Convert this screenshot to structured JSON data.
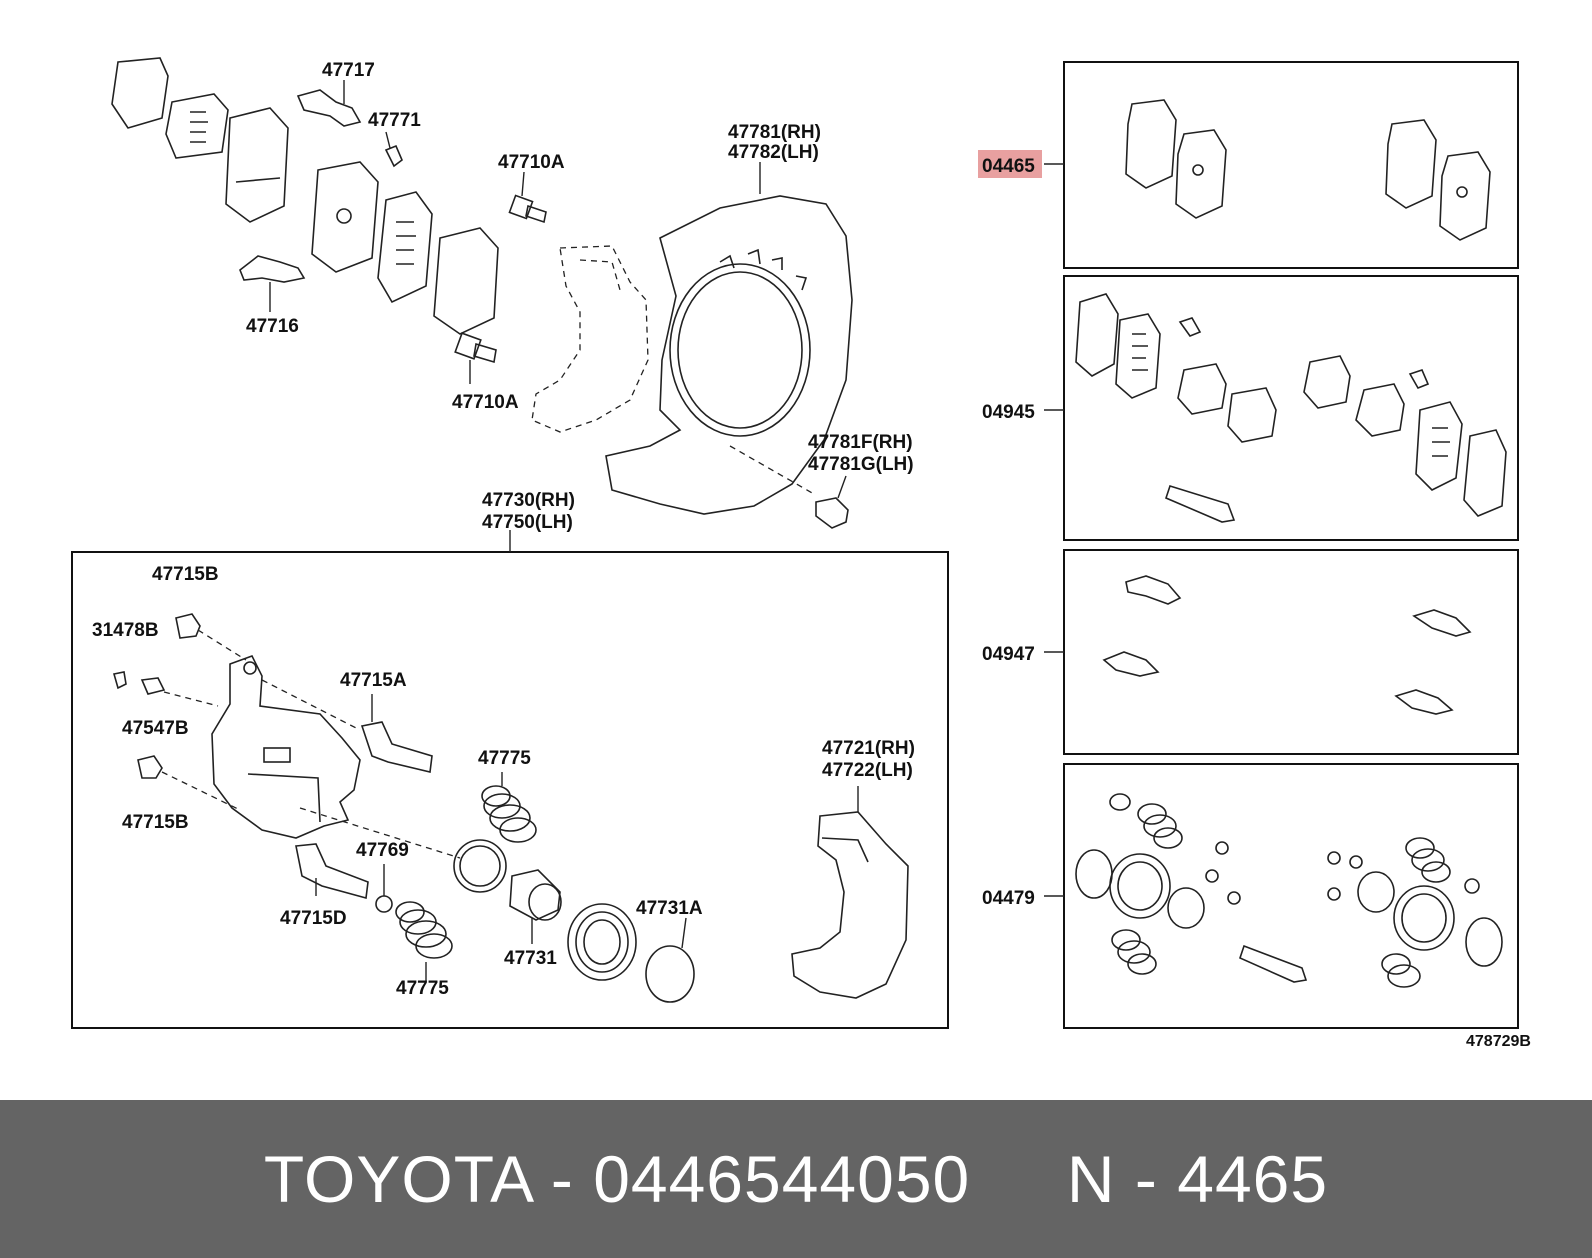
{
  "labels": {
    "p47717": "47717",
    "p47771": "47771",
    "p47710a_top": "47710A",
    "p47781": "47781(RH)",
    "p47782": "47782(LH)",
    "p47716": "47716",
    "p47710a_bottom": "47710A",
    "p47781f": "47781F(RH)",
    "p47781g": "47781G(LH)",
    "p47730": "47730(RH)",
    "p47750": "47750(LH)",
    "p47715b_top": "47715B",
    "p31478b": "31478B",
    "p47715a": "47715A",
    "p47547b": "47547B",
    "p47715b_bottom": "47715B",
    "p47775_top": "47775",
    "p47721": "47721(RH)",
    "p47722": "47722(LH)",
    "p47769": "47769",
    "p47715d": "47715D",
    "p47731a": "47731A",
    "p47731": "47731",
    "p47775_bottom": "47775"
  },
  "kits": [
    {
      "code": "04465",
      "highlighted": true,
      "highlight_color": "#e8a0a0"
    },
    {
      "code": "04945",
      "highlighted": false
    },
    {
      "code": "04947",
      "highlighted": false
    },
    {
      "code": "04479",
      "highlighted": false
    }
  ],
  "diagram_code": "478729B",
  "footer": "TOYOTA - 0446544050     N - 4465"
}
